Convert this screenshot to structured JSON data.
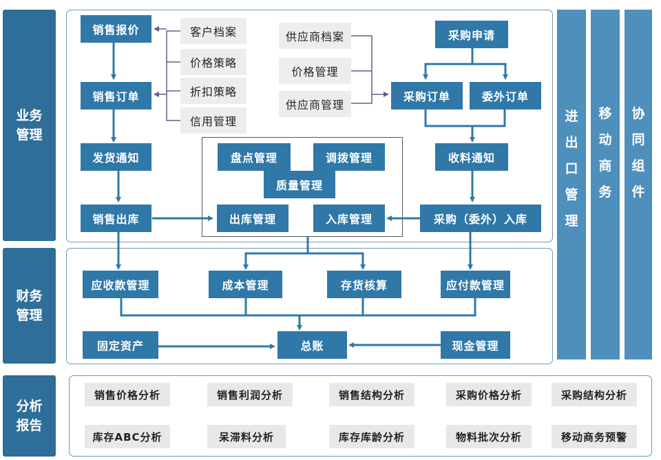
{
  "categories": {
    "business": "业务\n管理",
    "finance": "财务\n管理",
    "analysis": "分析\n报告"
  },
  "sales": {
    "quote": "销售报价",
    "order": "销售订单",
    "delivery_notice": "发货通知",
    "outbound": "销售出库"
  },
  "sales_support": [
    "客户档案",
    "价格策略",
    "折扣策略",
    "信用管理"
  ],
  "purchase_support": [
    "供应商档案",
    "价格管理",
    "供应商管理"
  ],
  "purchase": {
    "request": "采购申请",
    "order": "采购订单",
    "outsource_order": "委外订单",
    "receipt_notice": "收料通知",
    "inbound": "采购（委外）入库"
  },
  "warehouse": {
    "stocktake": "盘点管理",
    "transfer": "调拨管理",
    "quality": "质量管理",
    "outbound": "出库管理",
    "inbound": "入库管理"
  },
  "finance": {
    "receivable": "应收款管理",
    "cost": "成本管理",
    "inventory_accounting": "存货核算",
    "payable": "应付款管理",
    "fixed_assets": "固定资产",
    "ledger": "总账",
    "cash": "现金管理"
  },
  "side_modules": {
    "import_export": "进出口管理",
    "mobile_commerce": "移动商务",
    "collaboration": "协同组件"
  },
  "analysis": [
    "销售价格分析",
    "销售利润分析",
    "销售结构分析",
    "采购价格分析",
    "采购结构分析",
    "库存ABC分析",
    "呆滞料分析",
    "库存库龄分析",
    "物料批次分析",
    "移动商务预警"
  ],
  "colors": {
    "box_blue": "#2f78a8",
    "category_blue": "#2e6e99",
    "side_blue": "#4e8fbb",
    "grey_box": "#ededed"
  }
}
